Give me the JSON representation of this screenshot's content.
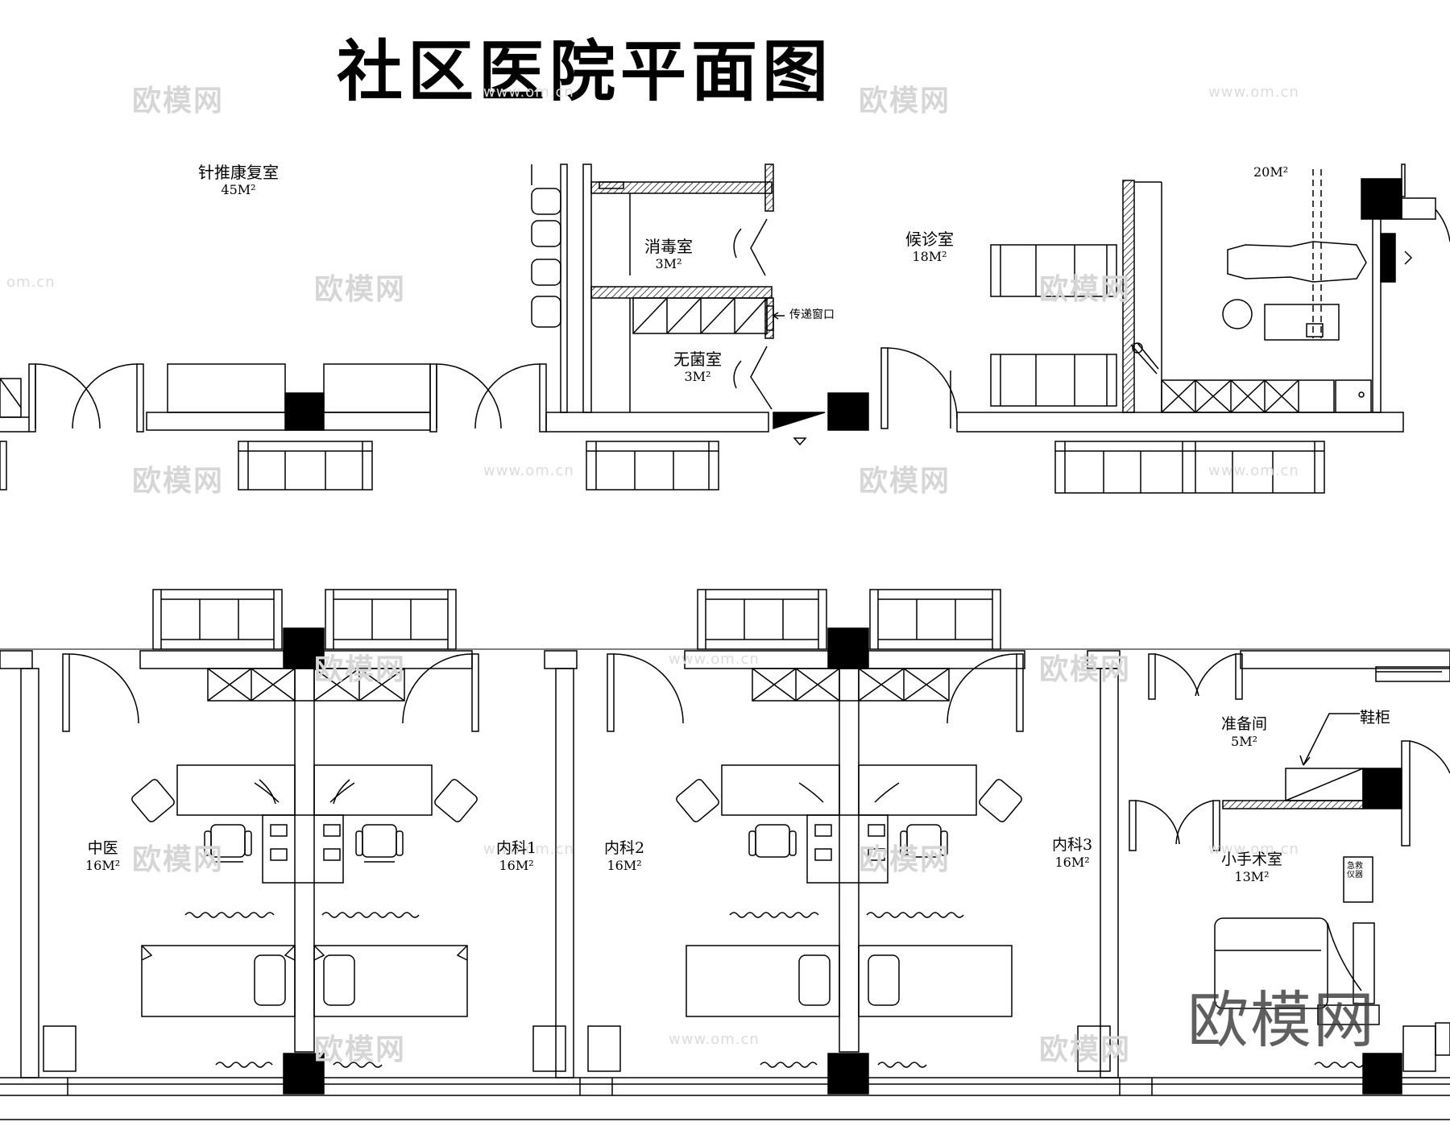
{
  "title": "社区医院平面图",
  "rooms": {
    "acupuncture": {
      "name": "针推康复室",
      "area": "45M²"
    },
    "disinfection": {
      "name": "消毒室",
      "area": "3M²"
    },
    "sterile": {
      "name": "无菌室",
      "area": "3M²"
    },
    "pass_window": "传递窗口",
    "waiting": {
      "name": "候诊室",
      "area": "18M²"
    },
    "dental": {
      "area": "20M²"
    },
    "tcm": {
      "name": "中医",
      "area": "16M²"
    },
    "internal1": {
      "name": "内科1",
      "area": "16M²"
    },
    "internal2": {
      "name": "内科2",
      "area": "16M²"
    },
    "internal3": {
      "name": "内科3",
      "area": "16M²"
    },
    "prep": {
      "name": "准备间",
      "area": "5M²"
    },
    "shoe_cabinet": "鞋柜",
    "minor_surgery": {
      "name": "小手术室",
      "area": "13M²"
    },
    "emergency_device": "急救仪器"
  },
  "watermarks": {
    "brand": "欧模网",
    "url": "www.om.cn",
    "url_short": "om.cn"
  }
}
